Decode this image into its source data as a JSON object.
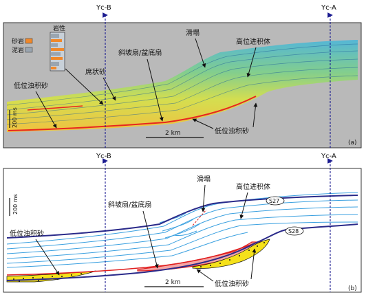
{
  "wells": {
    "left": "Yc-B",
    "right": "Yc-A"
  },
  "panel_a": {
    "lithology_title": "岩性",
    "legend": [
      {
        "label": "砂岩",
        "color": "#f0882a"
      },
      {
        "label": "泥岩",
        "color": "#9aa5b0"
      }
    ],
    "labels": {
      "slump": "滑塌",
      "hst": "高位进积体",
      "fan": "斜坡扇/盆底扇",
      "sheet_sand": "席状砂",
      "lst_left": "低位浊积砂",
      "lst_bottom": "低位浊积砂"
    },
    "time_scale": "200 ms",
    "scale_bar": "2 km",
    "panel_tag": "(a)"
  },
  "panel_b": {
    "labels": {
      "slump": "滑塌",
      "hst": "高位进积体",
      "fan": "斜坡扇/盆底扇",
      "lst_left": "低位浊积砂",
      "lst_bottom": "低位浊积砂"
    },
    "surfaces": [
      "S27",
      "S28"
    ],
    "time_scale": "200 ms",
    "scale_bar": "2 km",
    "panel_tag": "(b)"
  },
  "colors": {
    "boundary": "#2a2a8a",
    "reflector": "#3aa0e0",
    "fan_fill": "#f4a6a6",
    "fan_edge": "#e02020",
    "sand_fill": "#f5e11a",
    "well_line": "#1a1a90"
  }
}
